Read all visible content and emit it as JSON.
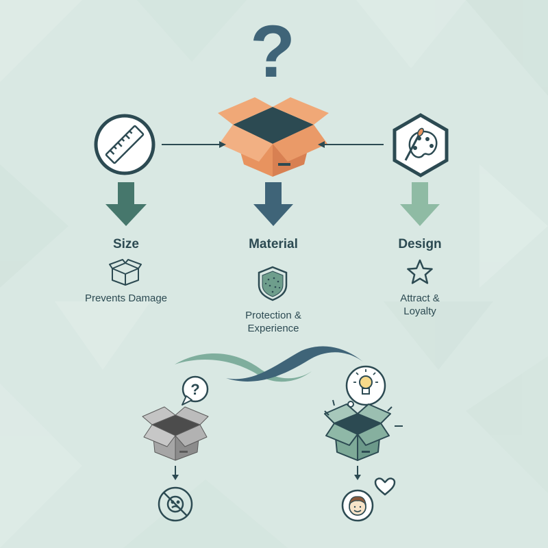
{
  "columns": {
    "size": {
      "title": "Size",
      "description": "Prevents Damage"
    },
    "material": {
      "title": "Material",
      "description_lines": [
        "Protection &",
        "Experience"
      ]
    },
    "design": {
      "title": "Design",
      "description_lines": [
        "Attract &",
        "Loyalty"
      ]
    }
  },
  "icons": {
    "top": "question-mark-icon",
    "center": "open-box-icon",
    "size": "ruler-icon",
    "design": "palette-icon",
    "size_sub": "box-icon",
    "material_sub": "shield-icon",
    "design_sub": "star-icon",
    "bad_box": "gray-open-box-icon",
    "bad_bubble": "question-bubble-icon",
    "bad_result": "crossed-out-face-icon",
    "good_box": "teal-open-box-icon",
    "good_bubble": "lightbulb-bubble-icon",
    "good_result": "happy-face-icon",
    "heart": "heart-icon"
  },
  "colors": {
    "background": "#d9e8e3",
    "dark": "#2c4a52",
    "arrow_size": "#46776c",
    "arrow_material": "#3f6478",
    "arrow_design": "#8fbba4",
    "box_orange": "#e8935f",
    "box_gray": "#a6a6a6",
    "box_teal": "#7eaa98"
  }
}
